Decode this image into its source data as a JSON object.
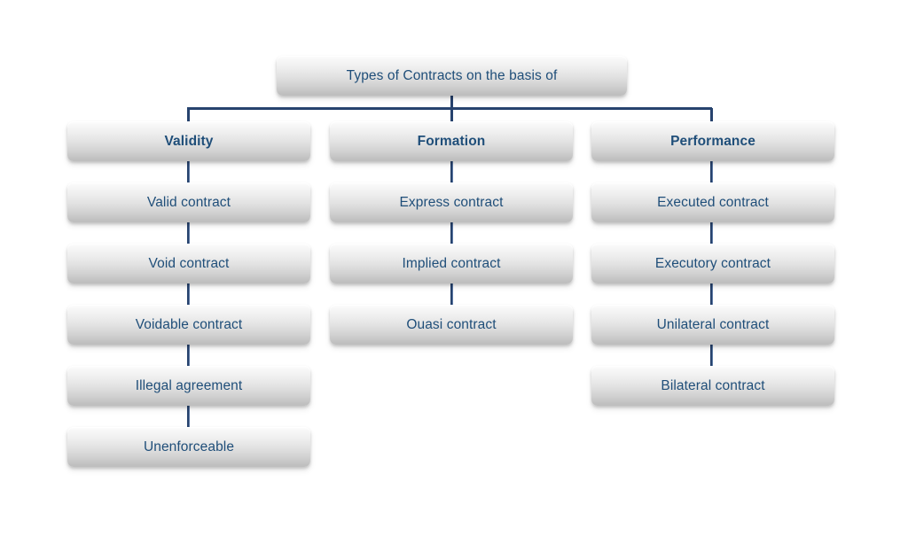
{
  "diagram": {
    "title_box": {
      "label": "Types of Contracts on the basis of"
    },
    "accent_color": "#1f4e79",
    "connector_color": "#27436e",
    "box_fill_top": "#fdfdfd",
    "box_fill_bottom": "#bdbdbd",
    "background_color": "#ffffff",
    "columns": [
      {
        "name": "validity",
        "header": "Validity",
        "items": [
          "Valid contract",
          "Void contract",
          "Voidable contract",
          "Illegal agreement",
          "Unenforceable"
        ]
      },
      {
        "name": "formation",
        "header": "Formation",
        "items": [
          "Express contract",
          "Implied contract",
          "Ouasi contract"
        ]
      },
      {
        "name": "performance",
        "header": "Performance",
        "items": [
          "Executed contract",
          "Executory contract",
          "Unilateral contract",
          "Bilateral contract"
        ]
      }
    ]
  }
}
